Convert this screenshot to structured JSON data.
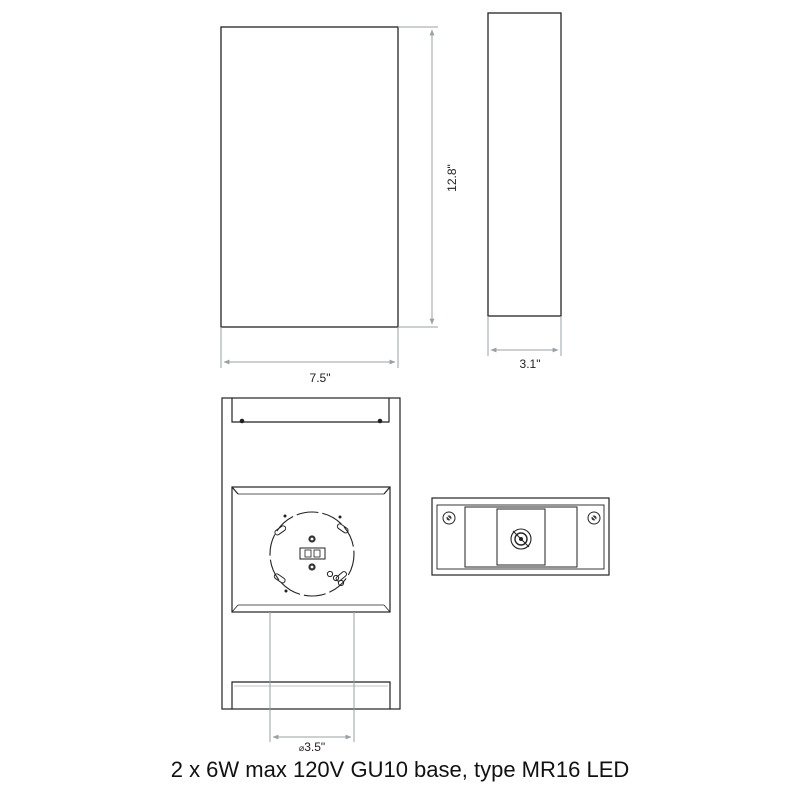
{
  "dimensions": {
    "height": "12.8\"",
    "width": "7.5\"",
    "depth": "3.1\"",
    "mount_diameter": "3.5\""
  },
  "diameter_symbol": "⌀",
  "caption": "2 x 6W max 120V GU10 base, type MR16 LED",
  "colors": {
    "outline": "#222222",
    "dimension_line": "#9aa0a6"
  }
}
